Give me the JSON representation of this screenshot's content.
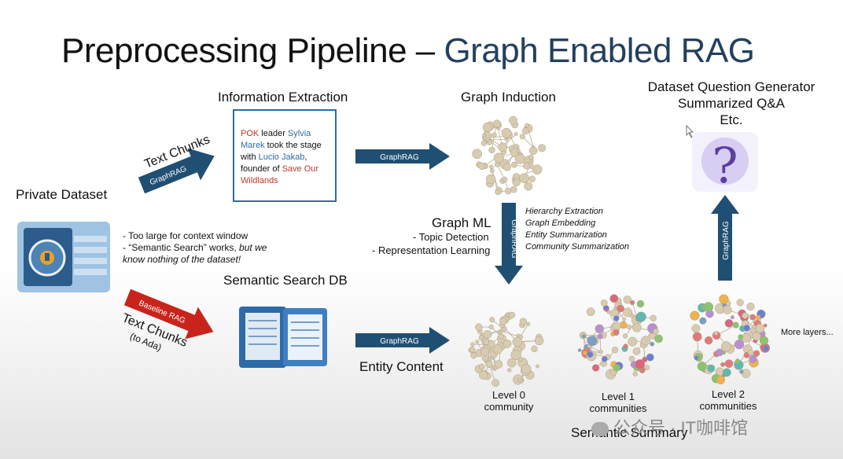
{
  "title": {
    "part1": "Preprocessing Pipeline – ",
    "part2": "Graph Enabled RAG"
  },
  "labels": {
    "info_extraction": "Information Extraction",
    "graph_induction": "Graph Induction",
    "dq_line1": "Dataset Question Generator",
    "dq_line2": "Summarized Q&A",
    "dq_line3": "Etc.",
    "private_dataset": "Private Dataset",
    "text_chunks": "Text Chunks",
    "semantic_search_db": "Semantic Search DB",
    "text_chunks_ada_1": "Text Chunks",
    "text_chunks_ada_2": "(to Ada)",
    "entity_content": "Entity Content",
    "graph_ml": "Graph ML",
    "topic_detection": "- Topic Detection",
    "representation_learning": "- Representation Learning",
    "semantic_summary": "Semantic Summary",
    "more_layers": "More layers...",
    "level0_1": "Level 0",
    "level0_2": "community",
    "level1_1": "Level 1",
    "level1_2": "communities",
    "level2_1": "Level 2",
    "level2_2": "communities"
  },
  "arrows": {
    "graphrag": "GraphRAG",
    "baseline_rag": "Baseline RAG"
  },
  "notes": {
    "line1": "- Too large for context window",
    "line2a": "- “Semantic Search” works, ",
    "line2b": "but we",
    "line3": "know nothing of the dataset!"
  },
  "extraction_example": {
    "t1": "POK",
    "t2": " leader ",
    "t3": "Sylvia",
    "t4": "Marek",
    "t5": " took the stage with ",
    "t6": "Lucio Jakab",
    "t7": ", founder of ",
    "t8": "Save Our Wildlands"
  },
  "graph_tasks": [
    "Hierarchy Extraction",
    "Graph Embedding",
    "Entity Summarization",
    "Community Summarization"
  ],
  "watermark": "公众号 · IT咖啡馆",
  "colors": {
    "title_blue": "#24405f",
    "arrow_blue": "#1f4f73",
    "arrow_red": "#c8241c",
    "node_beige": "#d8cbb0"
  }
}
